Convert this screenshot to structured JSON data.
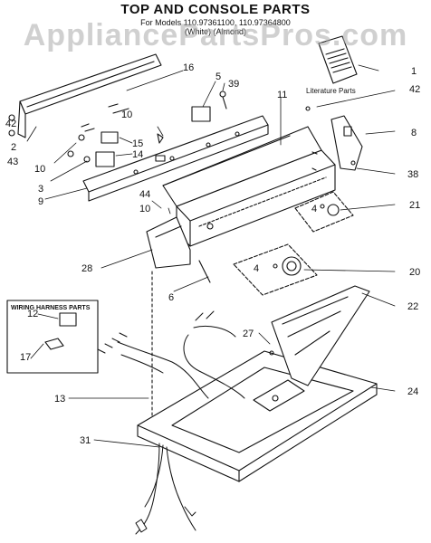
{
  "header": {
    "title": "TOP AND CONSOLE PARTS",
    "subtitle_line1": "For Models 110.97361100, 110.97364800",
    "subtitle_line2": "(White)                    (Almond)"
  },
  "watermark": "AppliancePartsPros.com",
  "literature_label": "Literature Parts",
  "inset_title": "WIRING HARNESS PARTS",
  "callouts": [
    {
      "id": "c1",
      "text": "1"
    },
    {
      "id": "c2",
      "text": "2"
    },
    {
      "id": "c3",
      "text": "3"
    },
    {
      "id": "c4a",
      "text": "4"
    },
    {
      "id": "c4b",
      "text": "4"
    },
    {
      "id": "c5",
      "text": "5"
    },
    {
      "id": "c6",
      "text": "6"
    },
    {
      "id": "c8",
      "text": "8"
    },
    {
      "id": "c9",
      "text": "9"
    },
    {
      "id": "c10a",
      "text": "10"
    },
    {
      "id": "c10b",
      "text": "10"
    },
    {
      "id": "c10c",
      "text": "10"
    },
    {
      "id": "c11",
      "text": "11"
    },
    {
      "id": "c12",
      "text": "12"
    },
    {
      "id": "c13",
      "text": "13"
    },
    {
      "id": "c14",
      "text": "14"
    },
    {
      "id": "c15",
      "text": "15"
    },
    {
      "id": "c16",
      "text": "16"
    },
    {
      "id": "c17",
      "text": "17"
    },
    {
      "id": "c20",
      "text": "20"
    },
    {
      "id": "c21",
      "text": "21"
    },
    {
      "id": "c22",
      "text": "22"
    },
    {
      "id": "c24",
      "text": "24"
    },
    {
      "id": "c27",
      "text": "27"
    },
    {
      "id": "c28",
      "text": "28"
    },
    {
      "id": "c31",
      "text": "31"
    },
    {
      "id": "c38",
      "text": "38"
    },
    {
      "id": "c39",
      "text": "39"
    },
    {
      "id": "c42a",
      "text": "42"
    },
    {
      "id": "c42b",
      "text": "42"
    },
    {
      "id": "c43",
      "text": "43"
    },
    {
      "id": "c44",
      "text": "44"
    }
  ]
}
